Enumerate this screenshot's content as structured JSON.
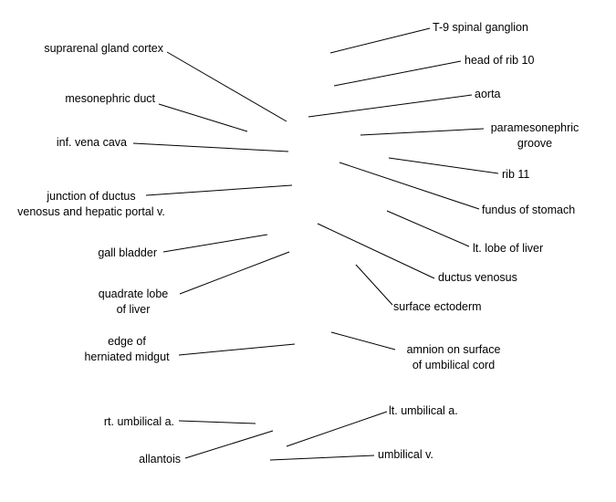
{
  "figure": {
    "labels": {
      "suprarenal_gland_cortex": "suprarenal gland cortex",
      "mesonephric_duct": "mesonephric duct",
      "inf_vena_cava": "inf. vena cava",
      "junction_ductus_venosus": "junction of ductus\nvenosus and hepatic portal v.",
      "gall_bladder": "gall bladder",
      "quadrate_lobe_of_liver": "quadrate lobe\nof liver",
      "edge_of_herniated_midgut": "edge of\nherniated midgut",
      "rt_umbilical_a": "rt. umbilical a.",
      "allantois": "allantois",
      "t9_spinal_ganglion": "T-9 spinal ganglion",
      "head_of_rib_10": "head of rib 10",
      "aorta": "aorta",
      "paramesonephric_groove": "paramesonephric\ngroove",
      "rib_11": "rib 11",
      "fundus_of_stomach": "fundus of stomach",
      "lt_lobe_of_liver": "lt. lobe of liver",
      "ductus_venosus": "ductus venosus",
      "surface_ectoderm": "surface ectoderm",
      "amnion_on_surface_of_umbilical_cord": "amnion on surface\nof umbilical cord",
      "lt_umbilical_a": "lt. umbilical a.",
      "umbilical_v": "umbilical v."
    },
    "colors": {
      "text": "#000000",
      "line": "#000000",
      "background": "#ffffff"
    }
  }
}
